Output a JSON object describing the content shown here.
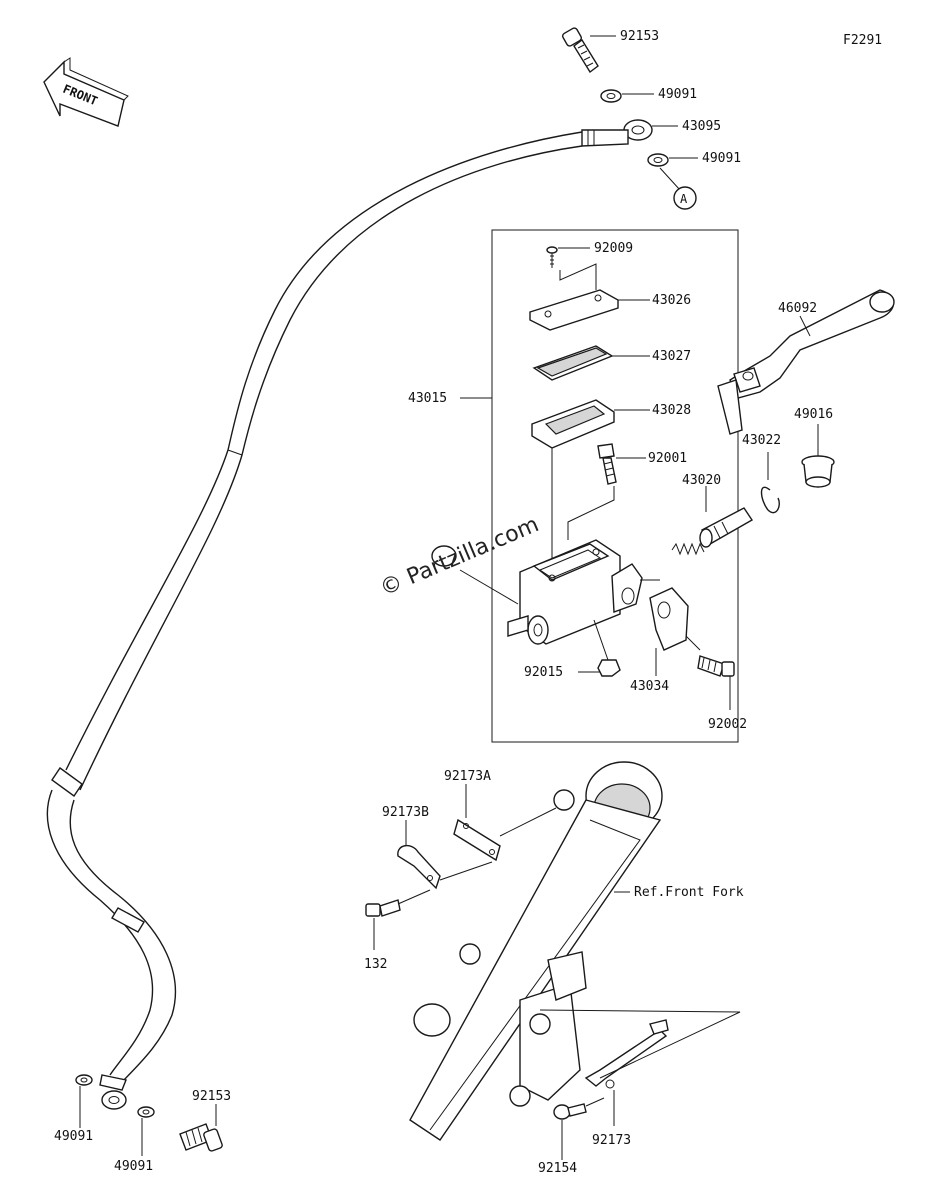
{
  "figure_code": "F2291",
  "front_label": "FRONT",
  "watermark": "© Partzilla.com",
  "callout_letter": "A",
  "labels": {
    "p92153_top": "92153",
    "p49091_top1": "49091",
    "p43095": "43095",
    "p49091_top2": "49091",
    "p92009": "92009",
    "p43026": "43026",
    "p43027": "43027",
    "p43028": "43028",
    "p43015": "43015",
    "p46092": "46092",
    "p49016": "49016",
    "p43022": "43022",
    "p92001": "92001",
    "p43020": "43020",
    "p92015": "92015",
    "p43034": "43034",
    "p92002": "92002",
    "p92173A": "92173A",
    "p92173B": "92173B",
    "ref_front_fork": "Ref.Front Fork",
    "p132": "132",
    "p49091_bot1": "49091",
    "p49091_bot2": "49091",
    "p92153_bot": "92153",
    "p92173": "92173",
    "p92154": "92154"
  }
}
